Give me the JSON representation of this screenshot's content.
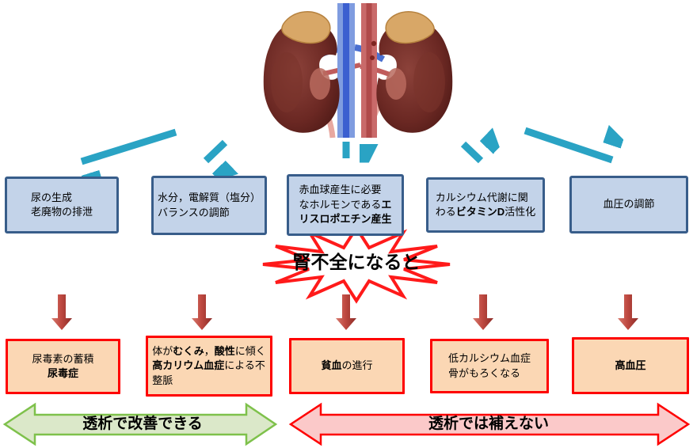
{
  "burst": {
    "label": "腎不全になると"
  },
  "function_boxes": [
    {
      "segments": [
        {
          "text": "尿の生成\n老廃物の排泄"
        }
      ]
    },
    {
      "segments": [
        {
          "text": "水分，電解質（塩分）\nバランスの調節"
        }
      ]
    },
    {
      "segments": [
        {
          "text": "赤血球産生に必要\nなホルモンである"
        },
        {
          "text": "エ\nリスロポエチン産生",
          "bold": true
        }
      ]
    },
    {
      "segments": [
        {
          "text": "カルシウム代謝に関\nわる"
        },
        {
          "text": "ビタミンD",
          "bold": true
        },
        {
          "text": "活性化"
        }
      ]
    },
    {
      "segments": [
        {
          "text": "血圧の調節"
        }
      ]
    }
  ],
  "consequence_boxes": [
    {
      "segments": [
        {
          "text": "尿毒素の蓄積\n"
        },
        {
          "text": "尿毒症",
          "bold": true
        }
      ]
    },
    {
      "segments": [
        {
          "text": "体が"
        },
        {
          "text": "むくみ",
          "bold": true
        },
        {
          "text": "，"
        },
        {
          "text": "酸性",
          "bold": true
        },
        {
          "text": "に傾く\n"
        },
        {
          "text": "高カリウム血症",
          "bold": true
        },
        {
          "text": "による不\n整脈"
        }
      ]
    },
    {
      "segments": [
        {
          "text": "貧血",
          "bold": true
        },
        {
          "text": "の進行"
        }
      ]
    },
    {
      "segments": [
        {
          "text": "低カルシウム血症\n骨がもろくなる"
        }
      ]
    },
    {
      "segments": [
        {
          "text": "高血圧",
          "bold": true
        }
      ]
    }
  ],
  "bottom_arrows": {
    "improvable_label": "透析で改善できる",
    "not_compensable_label": "透析では補えない"
  },
  "colors": {
    "function_box_fill": "#c3d3e9",
    "function_box_border": "#385d8a",
    "consequence_box_fill": "#fbd7b4",
    "consequence_box_border": "#fe0000",
    "teal_arrow": "#2aa3c4",
    "failure_arrow": "#c04a42",
    "burst_stroke": "#ff1a1a",
    "green_arrow_fill": "#dbe8c9",
    "green_arrow_border": "#7ec14b",
    "pink_arrow_fill": "#fbc9c9",
    "pink_arrow_border": "#fe0000"
  }
}
